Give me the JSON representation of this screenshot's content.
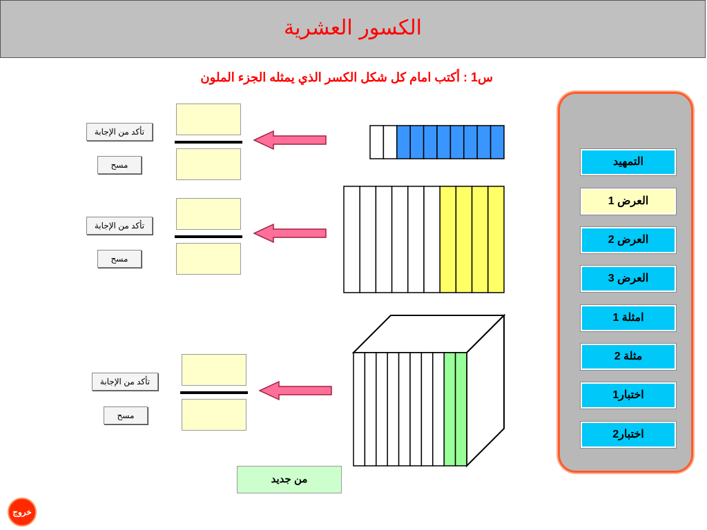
{
  "header": {
    "title": "الكسور العشرية"
  },
  "question": {
    "text": "س1 : أكتب امام كل شكل الكسر الذي يمثله الجزء الملون"
  },
  "nav": {
    "items": [
      {
        "label": "التمهيد",
        "active": false
      },
      {
        "label": "العرض 1",
        "active": true
      },
      {
        "label": "العرض 2",
        "active": false
      },
      {
        "label": "العرض 3",
        "active": false
      },
      {
        "label": "امثلة 1",
        "active": false
      },
      {
        "label": "مثلة 2",
        "active": false
      },
      {
        "label": "اختبار1",
        "active": false
      },
      {
        "label": "اختبار2",
        "active": false
      }
    ]
  },
  "exercises": [
    {
      "check_label": "تأكد من الإجابة",
      "clear_label": "مسح",
      "numerator": "",
      "denominator": "",
      "shape": "strip",
      "total_parts": 10,
      "colored_parts": 8,
      "color": "#3a96ff"
    },
    {
      "check_label": "تأكد من الإجابة",
      "clear_label": "مسح",
      "numerator": "",
      "denominator": "",
      "shape": "rectangle",
      "total_parts": 10,
      "colored_parts": 4,
      "color": "#ffff66"
    },
    {
      "check_label": "تأكد من الإجابة",
      "clear_label": "مسح",
      "numerator": "",
      "denominator": "",
      "shape": "cube",
      "total_parts": 10,
      "colored_parts": 2,
      "color": "#99ff99"
    }
  ],
  "controls": {
    "restart_label": "من جديد",
    "exit_label": "خروج"
  },
  "colors": {
    "title": "#ff0000",
    "nav_button": "#00c8f8",
    "nav_active": "#ffffc0",
    "panel_border": "#ff5a2a",
    "answer_box": "#ffffcc",
    "arrow": "#ff6f9a"
  }
}
